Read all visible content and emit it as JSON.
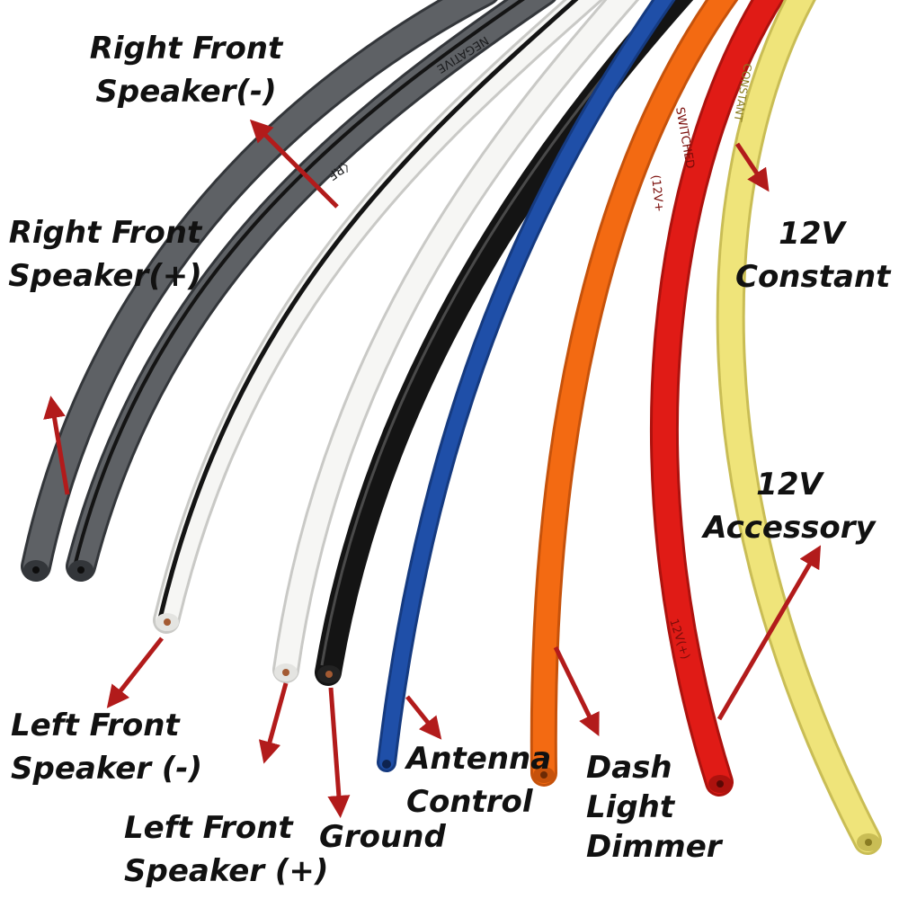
{
  "colors": {
    "gray": "#5e6165",
    "gray_dark": "#33363a",
    "white": "#f6f6f4",
    "black": "#141414",
    "blue": "#1f4fa8",
    "orange": "#f36a12",
    "red": "#e01b16",
    "yellow": "#efe47a",
    "arrow": "#b21b1b"
  },
  "wire_print": {
    "negative": "NEGATIVE",
    "rf": "〈RF",
    "switched": "SWITCHED",
    "v12_red": "(12V+",
    "v12_red_lower": "12V(+)",
    "constant": "CONSTANT"
  },
  "labels": {
    "right_front_neg": [
      "Right Front",
      "Speaker(-)"
    ],
    "right_front_pos": [
      "Right Front",
      "Speaker(+)"
    ],
    "v12_constant": [
      "12V",
      "Constant"
    ],
    "v12_accessory": [
      "12V",
      "Accessory"
    ],
    "left_front_neg": [
      "Left Front",
      "Speaker (-)"
    ],
    "left_front_pos": [
      "Left Front",
      "Speaker (+)"
    ],
    "ground": [
      "Ground"
    ],
    "antenna": [
      "Antenna",
      "Control"
    ],
    "dash": [
      "Dash",
      "Light",
      "Dimmer"
    ]
  }
}
